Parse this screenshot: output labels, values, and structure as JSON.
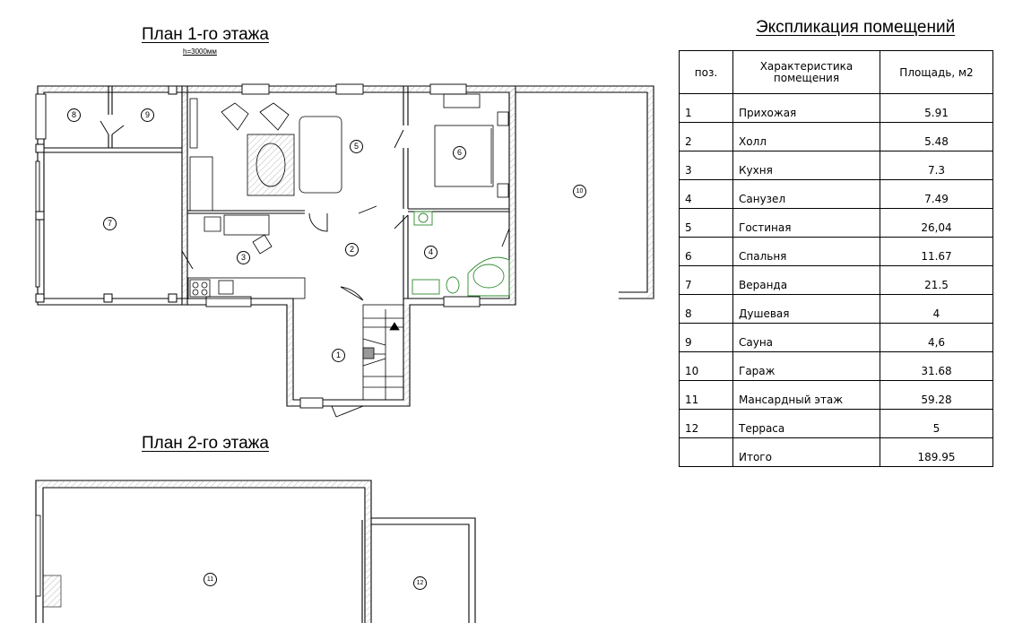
{
  "plan1": {
    "title": "План 1-го этажа",
    "height_note": "h=3000мм"
  },
  "plan2": {
    "title": "План 2-го этажа"
  },
  "explication": {
    "title": "Экспликация помещений",
    "headers": {
      "pos": "поз.",
      "name_line1": "Характеристика",
      "name_line2": "помещения",
      "area": "Площадь, м2"
    },
    "rows": [
      {
        "pos": "1",
        "name": "Прихожая",
        "area": "5.91"
      },
      {
        "pos": "2",
        "name": "Холл",
        "area": "5.48"
      },
      {
        "pos": "3",
        "name": "Кухня",
        "area": "7.3"
      },
      {
        "pos": "4",
        "name": "Санузел",
        "area": "7.49"
      },
      {
        "pos": "5",
        "name": "Гостиная",
        "area": "26,04"
      },
      {
        "pos": "6",
        "name": "Спальня",
        "area": "11.67"
      },
      {
        "pos": "7",
        "name": "Веранда",
        "area": "21.5"
      },
      {
        "pos": "8",
        "name": "Душевая",
        "area": "4"
      },
      {
        "pos": "9",
        "name": "Сауна",
        "area": "4,6"
      },
      {
        "pos": "10",
        "name": "Гараж",
        "area": "31.68"
      },
      {
        "pos": "11",
        "name": "Мансардный этаж",
        "area": "59.28"
      },
      {
        "pos": "12",
        "name": "Терраса",
        "area": "5"
      }
    ],
    "total": {
      "pos": "",
      "name": "Итого",
      "area": "189.95"
    }
  },
  "room_markers": [
    "1",
    "2",
    "3",
    "4",
    "5",
    "6",
    "7",
    "8",
    "9",
    "10",
    "11",
    "12"
  ],
  "colors": {
    "lines": "#000000",
    "plumbing": "#2e8b2e"
  }
}
